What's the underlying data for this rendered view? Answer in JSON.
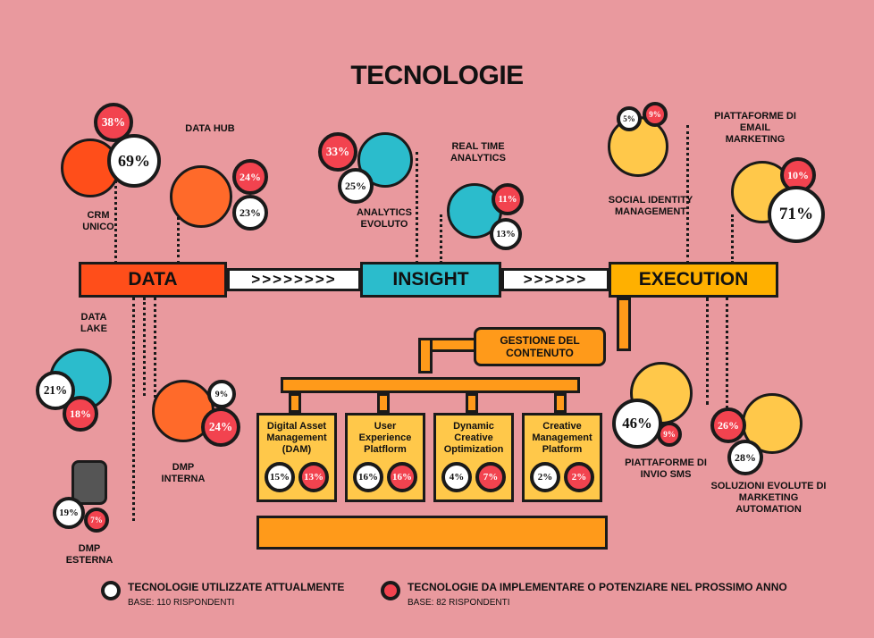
{
  "title": "TECNOLOGIE",
  "stages": {
    "data": "DATA",
    "insight": "INSIGHT",
    "execution": "EXECUTION"
  },
  "colors": {
    "data": "#ff4e1a",
    "insight": "#2bbccc",
    "execution": "#ffb000",
    "current": "#ffffff",
    "future": "#f2434f",
    "background": "#e9999e"
  },
  "technologies": [
    {
      "id": "crm",
      "label": "CRM UNICO",
      "current": "69%",
      "future": "38%",
      "icon": "eye-icon"
    },
    {
      "id": "hub",
      "label": "DATA HUB",
      "current": "23%",
      "future": "24%",
      "icon": "gear-machine-icon"
    },
    {
      "id": "analytics",
      "label": "ANALYTICS EVOLUTO",
      "current": "25%",
      "future": "33%",
      "icon": "lightbulb-icon"
    },
    {
      "id": "realtime",
      "label": "REAL TIME ANALYTICS",
      "current": "13%",
      "future": "11%",
      "icon": "stopwatch-icon"
    },
    {
      "id": "social",
      "label": "SOCIAL IDENTITY MANAGEMENT",
      "current": "5%",
      "future": "9%",
      "icon": "social-reactions-icon"
    },
    {
      "id": "email",
      "label": "PIATTAFORME DI EMAIL MARKETING",
      "current": "71%",
      "future": "10%",
      "icon": "envelopes-icon"
    },
    {
      "id": "lake",
      "label": "DATA LAKE",
      "current": "21%",
      "future": "18%",
      "icon": "paper-boat-icon"
    },
    {
      "id": "dmpint",
      "label": "DMP INTERNA",
      "current": "9%",
      "future": "24%",
      "icon": "database-house-icon"
    },
    {
      "id": "dmpext",
      "label": "DMP ESTERNA",
      "current": "19%",
      "future": "7%",
      "icon": "database-arrow-icon"
    },
    {
      "id": "sms",
      "label": "PIATTAFORME DI INVIO SMS",
      "current": "46%",
      "future": "9%",
      "icon": "message-icon"
    },
    {
      "id": "automation",
      "label": "SOLUZIONI EVOLUTE DI MARKETING AUTOMATION",
      "current": "28%",
      "future": "26%",
      "icon": "chess-knight-icon"
    }
  ],
  "content": {
    "pipe_label": "GESTIONE DEL CONTENUTO",
    "boxes": [
      {
        "label": "Digital Asset Management (DAM)",
        "current": "15%",
        "future": "13%"
      },
      {
        "label": "User Experience Platflorm",
        "current": "16%",
        "future": "16%"
      },
      {
        "label": "Dynamic Creative Optimization",
        "current": "4%",
        "future": "7%"
      },
      {
        "label": "Creative Management Platform",
        "current": "2%",
        "future": "2%"
      }
    ]
  },
  "legend": {
    "current_title": "TECNOLOGIE UTILIZZATE ATTUALMENTE",
    "current_base": "BASE: 110 RISPONDENTI",
    "future_title": "TECNOLOGIE DA IMPLEMENTARE O POTENZIARE NEL PROSSIMO ANNO",
    "future_base": "BASE: 82 RISPONDENTI"
  }
}
